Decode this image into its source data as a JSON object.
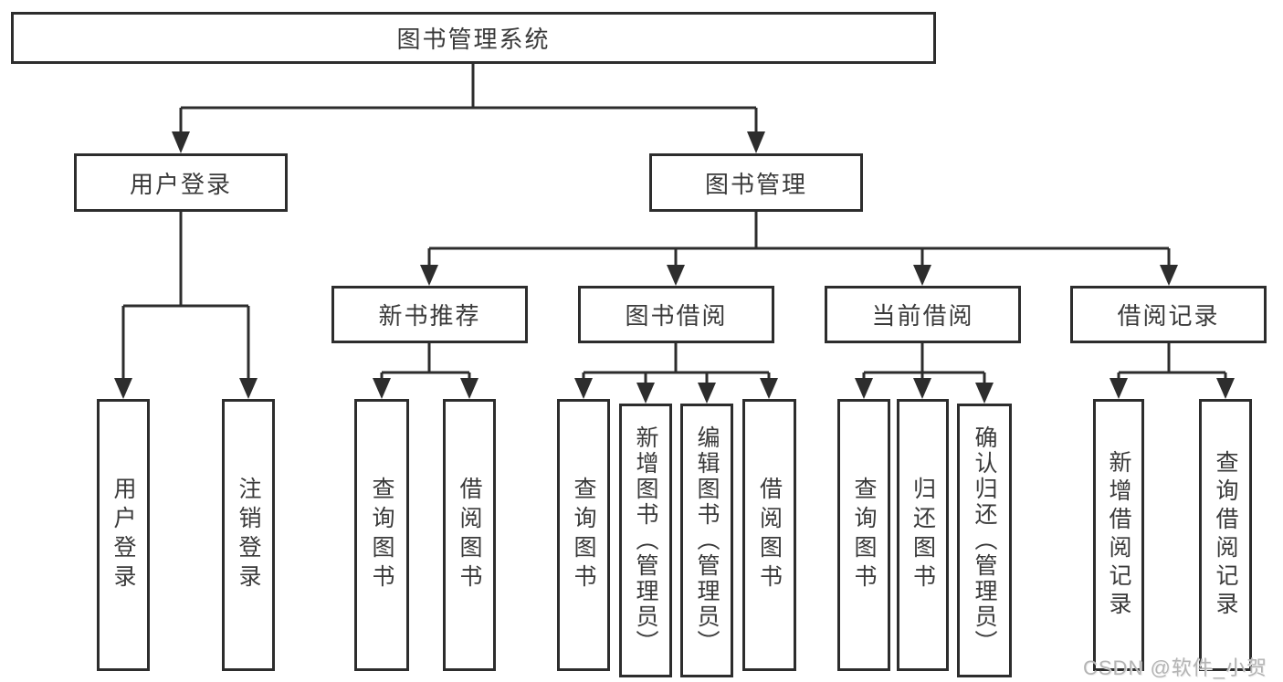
{
  "diagram_type": "hierarchy-tree",
  "tree": {
    "label": "图书管理系统",
    "children": [
      {
        "label": "用户登录",
        "children": [
          {
            "label": "用户登录"
          },
          {
            "label": "注销登录"
          }
        ]
      },
      {
        "label": "图书管理",
        "children": [
          {
            "label": "新书推荐",
            "children": [
              {
                "label": "查询图书"
              },
              {
                "label": "借阅图书"
              }
            ]
          },
          {
            "label": "图书借阅",
            "children": [
              {
                "label": "查询图书"
              },
              {
                "label": "新增图书（管理员）"
              },
              {
                "label": "编辑图书（管理员）"
              },
              {
                "label": "借阅图书"
              }
            ]
          },
          {
            "label": "当前借阅",
            "children": [
              {
                "label": "查询图书"
              },
              {
                "label": "归还图书"
              },
              {
                "label": "确认归还（管理员）"
              }
            ]
          },
          {
            "label": "借阅记录",
            "children": [
              {
                "label": "新增借阅记录"
              },
              {
                "label": "查询借阅记录"
              }
            ]
          }
        ]
      }
    ]
  },
  "watermark": "CSDN @软件_小贺同学",
  "colors": {
    "line": "#2d2d2d",
    "box_border": "#2d2d2d",
    "text": "#3a3a3a",
    "background": "#ffffff",
    "watermark": "#b4b4b4"
  }
}
